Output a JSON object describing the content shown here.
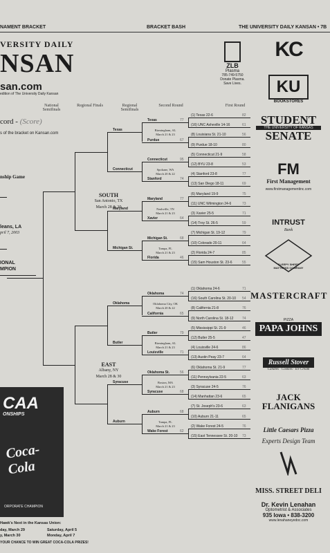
{
  "header": {
    "left": "NAMENT BRACKET",
    "center": "BRACKET BASH",
    "right": "THE UNIVERSITY DAILY KANSAN • 7B"
  },
  "masthead": {
    "line1": "VERSITY DAILY",
    "line2": "NSAN",
    "site": "san.com",
    "site_note": "edition of The University Daily Kansan"
  },
  "columns": [
    "National Semifinals",
    "Regional Finals",
    "Regional Semifinals",
    "Second Round",
    "First Round"
  ],
  "record": {
    "title": "cord - ",
    "placeholder": "(Score)",
    "note": "s of the bracket on Kansan.com"
  },
  "left_labels": {
    "championship": "nship Game",
    "location": "leans, LA",
    "date": "pril 7, 2003",
    "natl1": "IONAL",
    "natl2": "MPION"
  },
  "south": {
    "name": "SOUTH",
    "city": "San Antonio, TX",
    "dates": "March 28 & 30",
    "regional_semis": [
      "Texas",
      "Connecticut",
      "Maryland",
      "Michigan St."
    ],
    "second_round": [
      {
        "team": "Texas",
        "score": "77"
      },
      {
        "team": "Purdue",
        "score": "67"
      },
      {
        "team": "Connecticut",
        "score": "95"
      },
      {
        "team": "Stanford",
        "score": "74"
      },
      {
        "team": "Maryland",
        "score": "77"
      },
      {
        "team": "Xavier",
        "score": "64"
      },
      {
        "team": "Michigan St.",
        "score": "68"
      },
      {
        "team": "Florida",
        "score": "46"
      }
    ],
    "venues": [
      [
        "Birmingham, AL",
        "March 21 & 23"
      ],
      [
        "Spokane, WA",
        "March 20 & 22"
      ],
      [
        "Nashville, TN",
        "March 21 & 23"
      ],
      [
        "Tampa, FL",
        "March 21 & 23"
      ]
    ],
    "first_round": [
      {
        "team": "(1) Texas 22-6",
        "score": "82"
      },
      {
        "team": "(16) UNC Asheville 14-16",
        "score": "61"
      },
      {
        "team": "(8) Louisiana St. 21-10",
        "score": "56"
      },
      {
        "team": "(9) Purdue 18-10",
        "score": "80"
      },
      {
        "team": "(5) Connecticut 21-9",
        "score": "58"
      },
      {
        "team": "(12) BYU 23-8",
        "score": "53"
      },
      {
        "team": "(4) Stanford 23-8",
        "score": "77"
      },
      {
        "team": "(13) San Diego 18-11",
        "score": "69"
      },
      {
        "team": "(6) Maryland 19-9",
        "score": "75"
      },
      {
        "team": "(11) UNC Wilmington 24-6",
        "score": "73"
      },
      {
        "team": "(3) Xavier 25-5",
        "score": "71"
      },
      {
        "team": "(14) Troy St. 26-5",
        "score": "59"
      },
      {
        "team": "(7) Michigan St. 19-12",
        "score": "79"
      },
      {
        "team": "(10) Colorado 20-11",
        "score": "64"
      },
      {
        "team": "(2) Florida 24-7",
        "score": "85"
      },
      {
        "team": "(15) Sam Houston St. 23-6",
        "score": "55"
      }
    ]
  },
  "east": {
    "name": "EAST",
    "city": "Albany, NY",
    "dates": "March 28 & 30",
    "regional_semis": [
      "Oklahoma",
      "Butler",
      "Syracuse",
      "Auburn"
    ],
    "second_round": [
      {
        "team": "Oklahoma",
        "score": "74"
      },
      {
        "team": "California",
        "score": "65"
      },
      {
        "team": "Butler",
        "score": "79"
      },
      {
        "team": "Louisville",
        "score": "71"
      },
      {
        "team": "Oklahoma St.",
        "score": "56"
      },
      {
        "team": "Syracuse",
        "score": "68"
      },
      {
        "team": "Auburn",
        "score": "68"
      },
      {
        "team": "Wake Forest",
        "score": "62"
      }
    ],
    "venues": [
      [
        "Oklahoma City, OK",
        "March 20 & 22"
      ],
      [
        "Birmingham, AL",
        "March 21 & 23"
      ],
      [
        "Boston, MA",
        "March 21 & 23"
      ],
      [
        "Tampa, FL",
        "March 21 & 23"
      ]
    ],
    "first_round": [
      {
        "team": "(1) Oklahoma 24-6",
        "score": "71"
      },
      {
        "team": "(16) South Carolina St. 20-10",
        "score": "54"
      },
      {
        "team": "(8) California 21-8",
        "score": "76"
      },
      {
        "team": "(9) North Carolina St. 18-12",
        "score": "74"
      },
      {
        "team": "(5) Mississippi St. 21-9",
        "score": "46"
      },
      {
        "team": "(12) Butler 25-5",
        "score": "47"
      },
      {
        "team": "(4) Louisville 24-6",
        "score": "86"
      },
      {
        "team": "(13) Austin Peay 23-7",
        "score": "64"
      },
      {
        "team": "(6) Oklahoma St. 21-9",
        "score": "77"
      },
      {
        "team": "(11) Pennsylvania 22-5",
        "score": "63"
      },
      {
        "team": "(3) Syracuse 24-5",
        "score": "76"
      },
      {
        "team": "(14) Manhattan 23-6",
        "score": "65"
      },
      {
        "team": "(7) St. Joseph's 23-6",
        "score": "63"
      },
      {
        "team": "(10) Auburn 21-11",
        "score": "65"
      },
      {
        "team": "(2) Wake Forest 24-5",
        "score": "76"
      },
      {
        "team": "(15) East Tennessee St. 20-10",
        "score": "73"
      }
    ]
  },
  "ads": {
    "zlb": {
      "name": "ZLB",
      "sub": "Plasma",
      "phone": "785-749-5750",
      "tag1": "Donate Plasma.",
      "tag2": "Save Lives."
    },
    "kc": "KC",
    "ku": {
      "name": "KU",
      "sub": "BOOKSTORES"
    },
    "senate": {
      "line1": "STUDENT",
      "line2": "THE UNIVERSITY OF KANSAS",
      "line3": "SENATE"
    },
    "firstmgmt": {
      "mark": "FM",
      "name": "First Management",
      "url": "www.firstmanagementinc.com"
    },
    "intrust": {
      "name": "INTRUST",
      "sub": "Bank"
    },
    "sleepy": "SLEEPY SHEEP MATTRESS COMPANY",
    "mastercraft": "MASTERCRAFT",
    "papajohns": {
      "top": "PIZZA",
      "name": "PAPA JOHNS"
    },
    "russell": {
      "name": "Russell Stover",
      "sub": "Candies · Cookies · Ice Cream"
    },
    "jack": {
      "name": "JACK FLANIGANS"
    },
    "caesars": "Little Caesars Pizza",
    "experts": "Experts Design Team",
    "street": "MISS. STREET DELI",
    "lenahan": {
      "name": "Dr. Kevin Lenahan",
      "title": "Optometrist & Associates",
      "address": "935 Iowa • 838-3200",
      "url": "www.lenahaneyedoc.com"
    }
  },
  "promo": {
    "caa": "CAA",
    "onships": "ONSHIPS",
    "brand": "Coca-Cola",
    "champ": "ORPORATE CHAMPION",
    "next": "Hawk's Next in the Kansas Union:",
    "d1": "day, March 29",
    "d2": "Saturday, April 5",
    "d3": "y, March 30",
    "d4": "Monday, April 7",
    "cta": "YOUR CHANCE TO WIN GREAT COCA-COLA PRIZES!"
  },
  "colors": {
    "paper": "#d9d8d3",
    "ink": "#1c1c1c",
    "score": "#666666"
  }
}
